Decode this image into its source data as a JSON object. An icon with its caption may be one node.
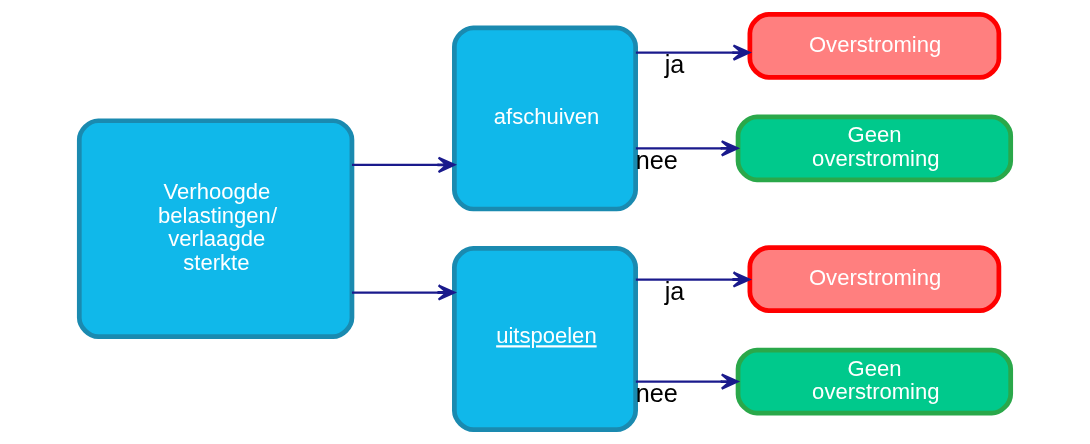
{
  "diagram": {
    "nodes": [
      {
        "text": [
          "Verhoogde belastingen/ verlaagde sterkte"
        ]
      },
      {
        "text": [
          "afschuiven"
        ]
      },
      {
        "text": [
          "uitspoelen"
        ]
      },
      {
        "text": [
          "Overstroming"
        ]
      },
      {
        "text": [
          "Geen overstroming"
        ]
      },
      {
        "text": [
          "Overstroming"
        ]
      },
      {
        "text": [
          "Geen overstroming"
        ]
      }
    ],
    "edges": [
      {
        "from": 0,
        "to": 1,
        "arrow": "to"
      },
      {
        "from": 0,
        "to": 2,
        "arrow": "to"
      },
      {
        "from": 1,
        "to": 3,
        "arrow": "to",
        "label": "ja"
      },
      {
        "from": 1,
        "to": 4,
        "arrow": "to",
        "label": "nee"
      },
      {
        "from": 2,
        "to": 5,
        "arrow": "to",
        "label": "ja"
      },
      {
        "from": 2,
        "to": 6,
        "arrow": "to",
        "label": "nee"
      }
    ]
  }
}
